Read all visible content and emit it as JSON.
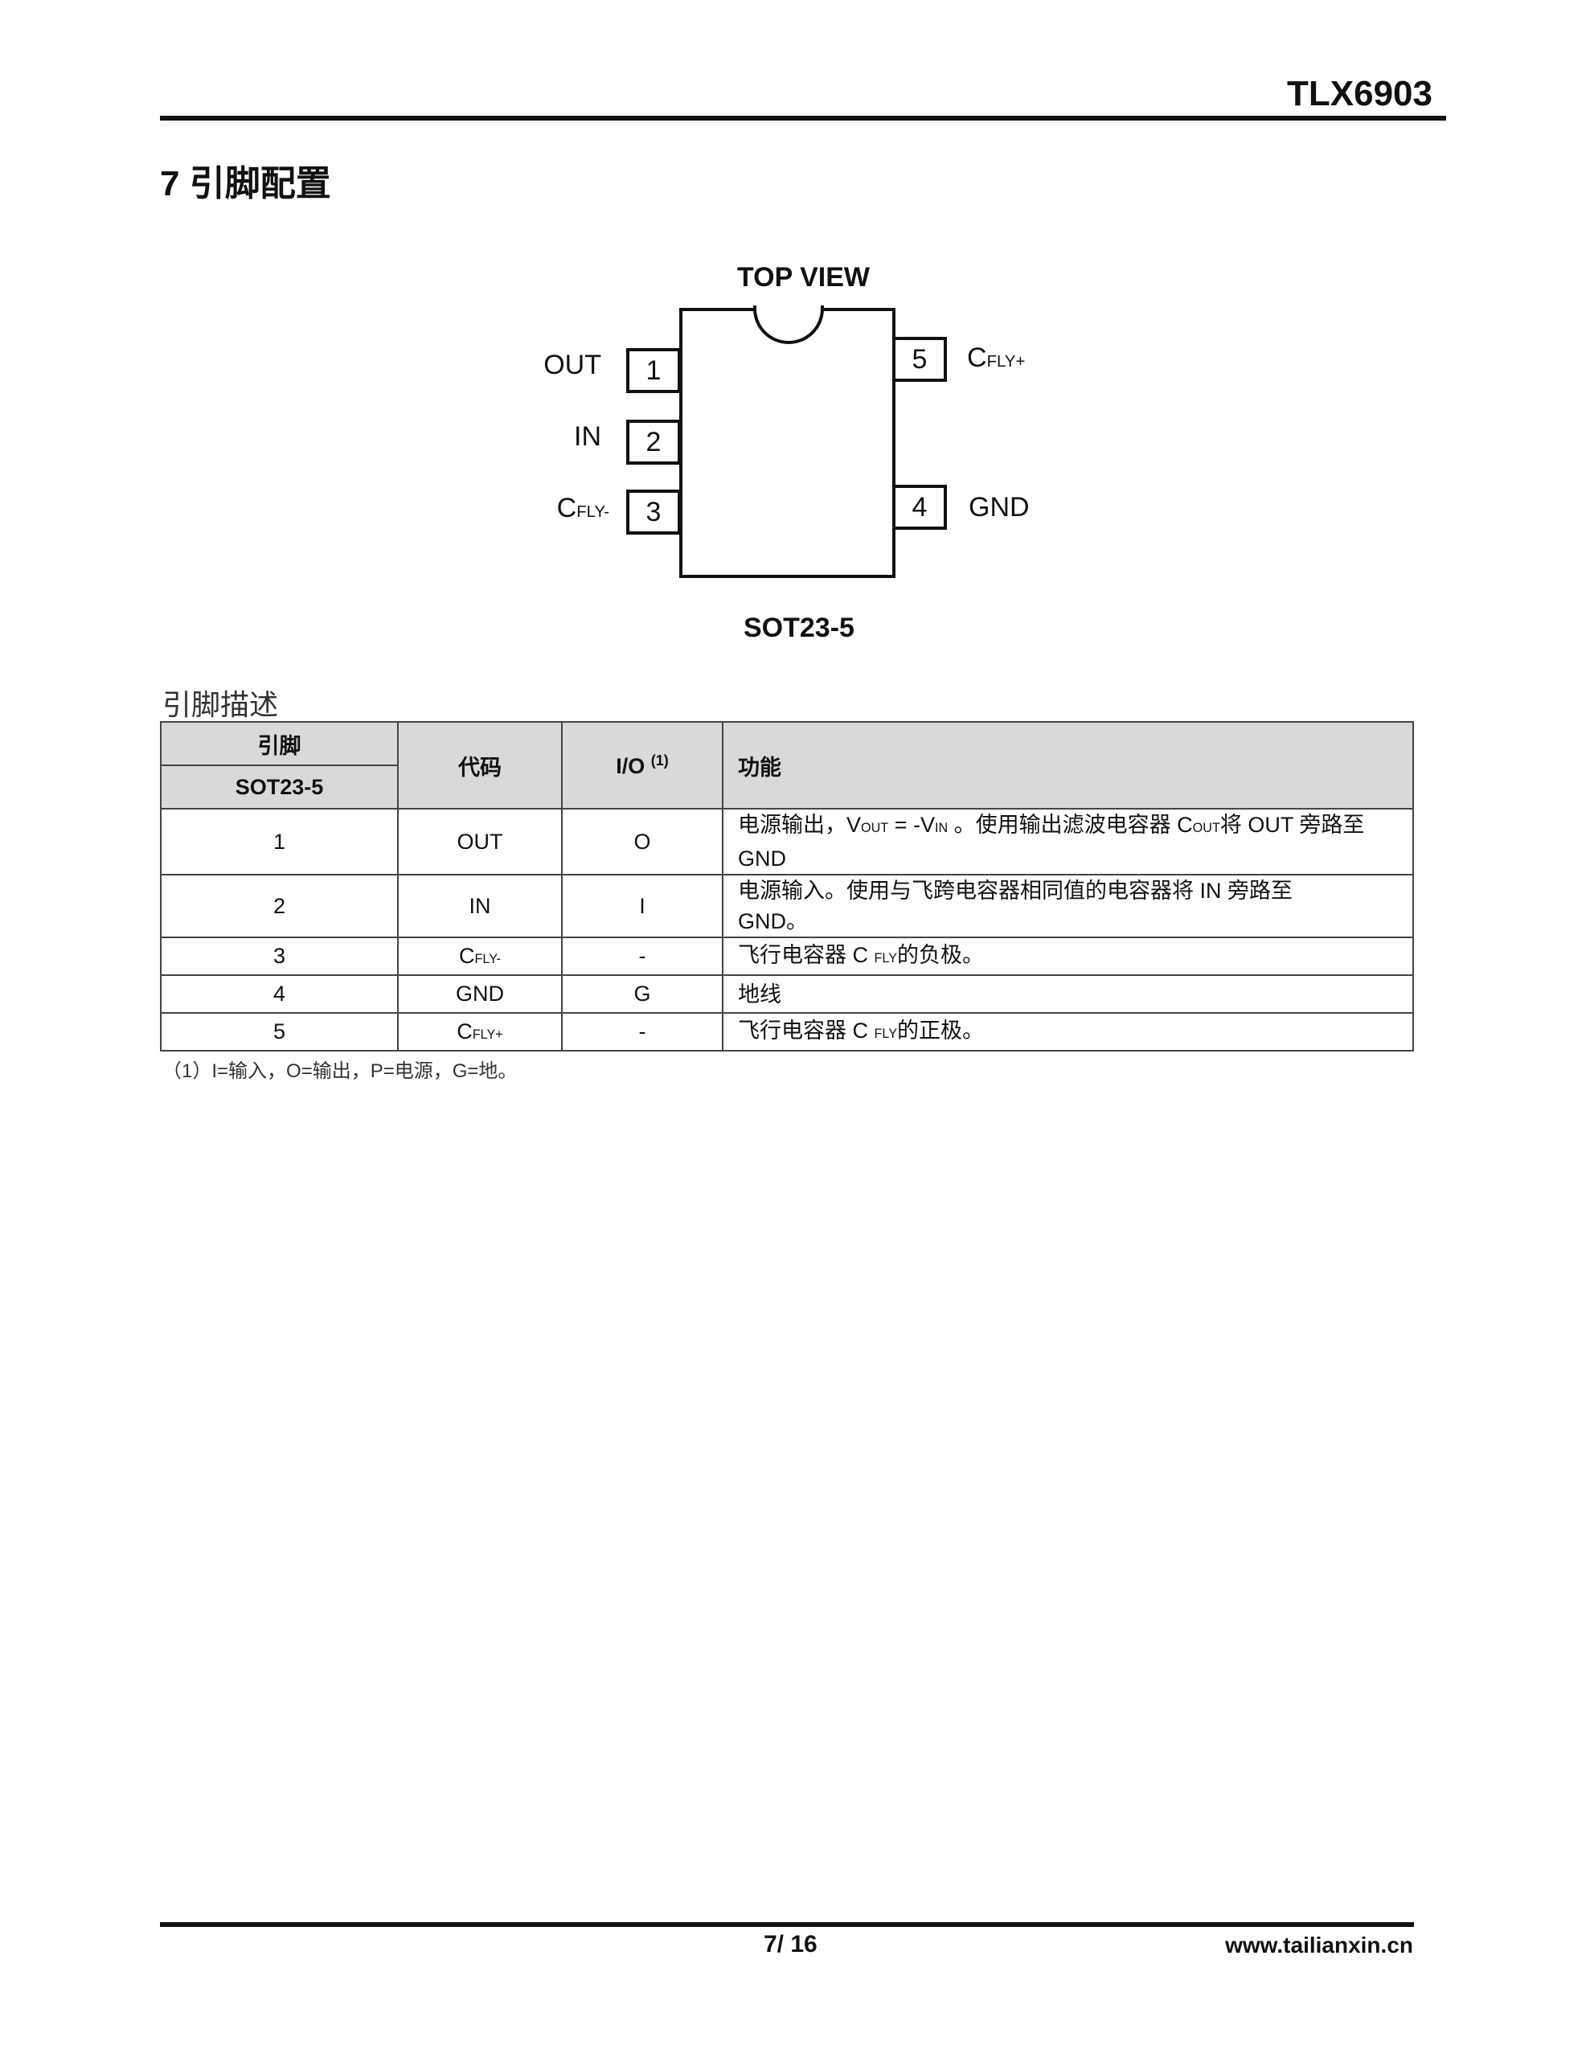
{
  "header": {
    "part_number": "TLX6903"
  },
  "section": {
    "title": "7 引脚配置"
  },
  "diagram": {
    "top_view": "TOP VIEW",
    "package": "SOT23-5",
    "pins": [
      {
        "num": "1",
        "label": "OUT"
      },
      {
        "num": "2",
        "label": "IN"
      },
      {
        "num": "3",
        "label_main": "C",
        "label_sub": "FLY-"
      },
      {
        "num": "4",
        "label": "GND"
      },
      {
        "num": "5",
        "label_main": "C",
        "label_sub": "FLY+"
      }
    ]
  },
  "table": {
    "caption": "引脚描述",
    "headers": {
      "pin": "引脚",
      "package": "SOT23-5",
      "code": "代码",
      "io": "I/O",
      "io_note": "(1)",
      "function": "功能"
    },
    "rows": [
      {
        "pin": "1",
        "code": "OUT",
        "io": "O",
        "f1": "电源输出，V",
        "f1s": "OUT",
        "f2": " = -V",
        "f2s": "IN",
        "f3": " 。使用输出滤波电容器 C",
        "f3s": "OUT",
        "f4": "将 OUT 旁路至 GND"
      },
      {
        "pin": "2",
        "code": "IN",
        "io": "I",
        "function": "电源输入。使用与飞跨电容器相同值的电容器将 IN 旁路至 GND。"
      },
      {
        "pin": "3",
        "code_main": "C",
        "code_sub": "FLY-",
        "io": "-",
        "f1": "飞行电容器 C ",
        "f1s": "FLY",
        "f2": "的负极。"
      },
      {
        "pin": "4",
        "code": "GND",
        "io": "G",
        "function": "地线"
      },
      {
        "pin": "5",
        "code_main": "C",
        "code_sub": "FLY+",
        "io": "-",
        "f1": "飞行电容器 C ",
        "f1s": "FLY",
        "f2": "的正极。"
      }
    ],
    "footnote": "（1）I=输入，O=输出，P=电源，G=地。"
  },
  "footer": {
    "page": "7/ 16",
    "website": "www.tailianxin.cn"
  }
}
